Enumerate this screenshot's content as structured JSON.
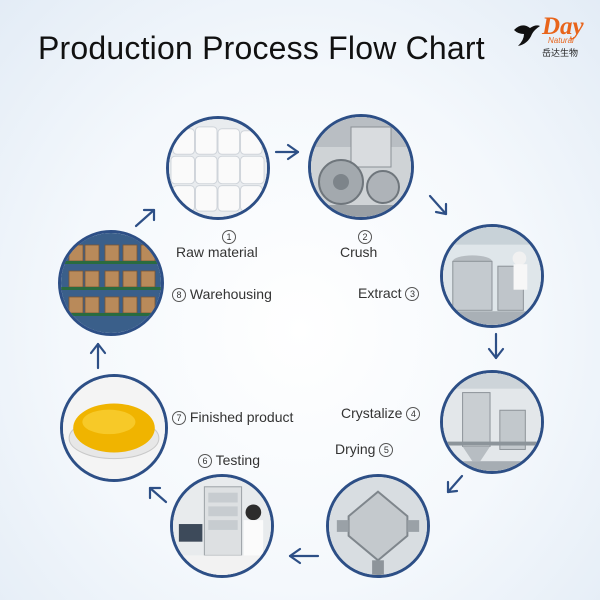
{
  "title": "Production Process Flow Chart",
  "logo": {
    "word": "Day",
    "sub": "Natural",
    "cn": "岳达生物"
  },
  "colors": {
    "ring": "#2d4f86",
    "arrow": "#2d4f86",
    "logo": "#e8641b"
  },
  "steps": [
    {
      "num": "1",
      "label": "Raw material"
    },
    {
      "num": "2",
      "label": "Crush"
    },
    {
      "num": "3",
      "label": "Extract"
    },
    {
      "num": "4",
      "label": "Crystalize"
    },
    {
      "num": "5",
      "label": "Drying"
    },
    {
      "num": "6",
      "label": "Testing"
    },
    {
      "num": "7",
      "label": "Finished product"
    },
    {
      "num": "8",
      "label": "Warehousing"
    }
  ]
}
